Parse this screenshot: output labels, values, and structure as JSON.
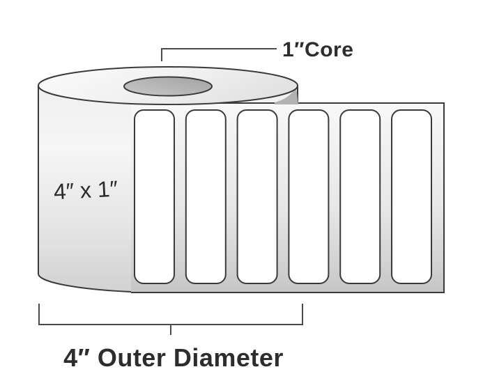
{
  "diagram": {
    "core_label": "1″Core",
    "roll_face_label": "4″ x 1″",
    "outer_diameter_label": "4″ Outer Diameter",
    "blank_label_count": 6,
    "colors": {
      "background": "#ffffff",
      "outline": "#3a3a3a",
      "annotation_line": "#4a4a4a",
      "text": "#2d2d2d",
      "label_fill": "#ffffff",
      "strip_top": "#f8f8f8",
      "strip_bottom": "#c5c5c5",
      "roll_body_top": "#f2f2f2",
      "roll_body_bottom": "#d2d2d2",
      "core_fill_light": "#c8c8c8",
      "core_fill_dark": "#a2a2a2"
    }
  }
}
